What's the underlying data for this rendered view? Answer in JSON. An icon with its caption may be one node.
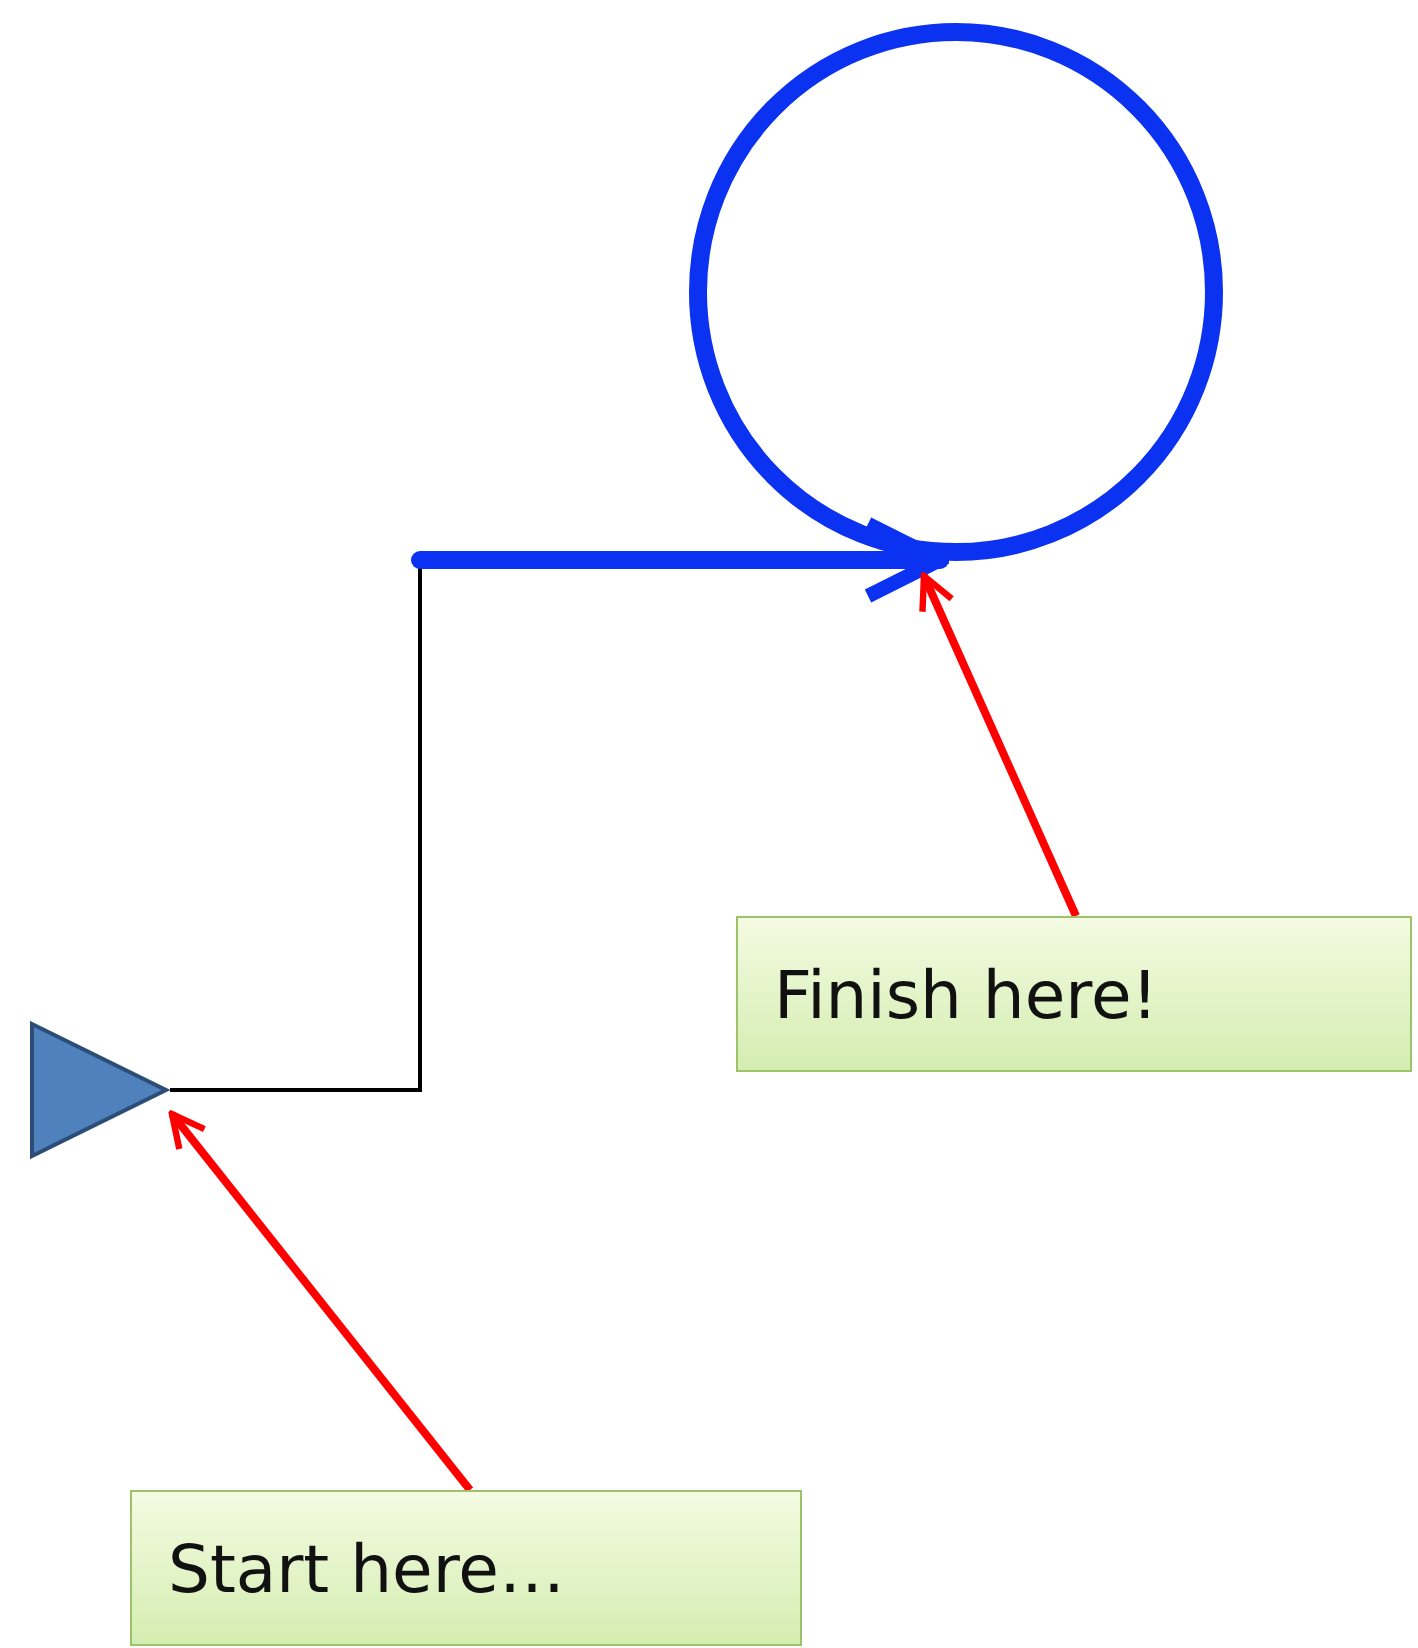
{
  "diagram": {
    "nodes": [
      {
        "text": [],
        "shape": "triangle"
      },
      {
        "text": [],
        "shape": "circle"
      },
      {
        "text": [
          "Finish here!"
        ]
      },
      {
        "text": [
          "Start here…"
        ]
      }
    ],
    "edges": [
      {
        "from": 0,
        "to": null,
        "arrow": "none",
        "color": "#000000"
      },
      {
        "from": null,
        "to": 1,
        "arrow": "to",
        "style": "thick",
        "color": "#0a32f0"
      },
      {
        "from": 2,
        "to": 1,
        "arrow": "to"
      },
      {
        "from": 3,
        "to": 0,
        "arrow": "to"
      }
    ]
  }
}
